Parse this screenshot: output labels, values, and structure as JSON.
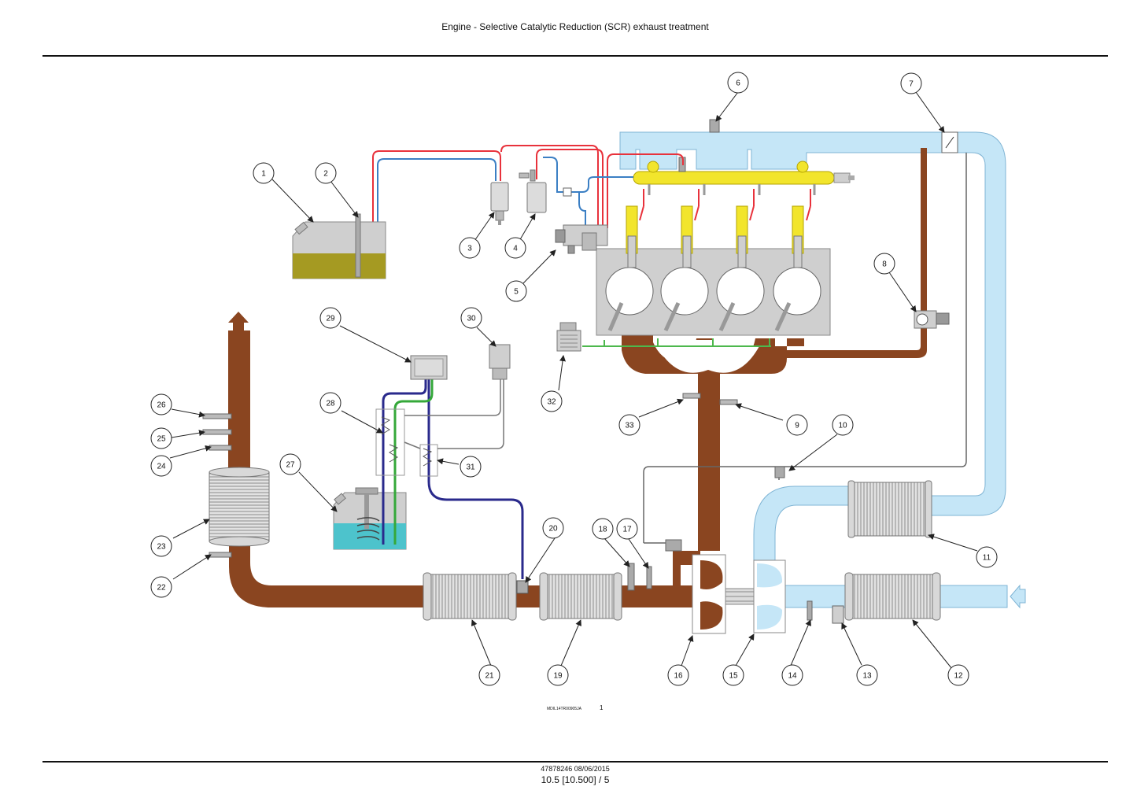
{
  "header": {
    "title": "Engine - Selective Catalytic Reduction (SCR) exhaust treatment"
  },
  "figure": {
    "reference": "MDIL14TR00905JA",
    "number": "1"
  },
  "footer": {
    "doc_id": "47878246 08/06/2015",
    "page": "10.5 [10.500] / 5"
  },
  "callouts": [
    "1",
    "2",
    "3",
    "4",
    "5",
    "6",
    "7",
    "8",
    "9",
    "10",
    "11",
    "12",
    "13",
    "14",
    "15",
    "16",
    "17",
    "18",
    "19",
    "20",
    "21",
    "22",
    "23",
    "24",
    "25",
    "26",
    "27",
    "28",
    "29",
    "30",
    "31",
    "32",
    "33"
  ],
  "colors": {
    "exhaust": "#8a4520",
    "intake_air": "#c5e6f7",
    "fuel_rail": "#f2e52c",
    "fuel_feed": "#e8323c",
    "fuel_return": "#3b7fc4",
    "fuel_level": "#a59a22",
    "def_fluid": "#4dc3cc",
    "def_supply": "#2a2a8c",
    "def_return": "#35a83a",
    "harness": "#4db84d",
    "housing": "#cfcfcf"
  }
}
